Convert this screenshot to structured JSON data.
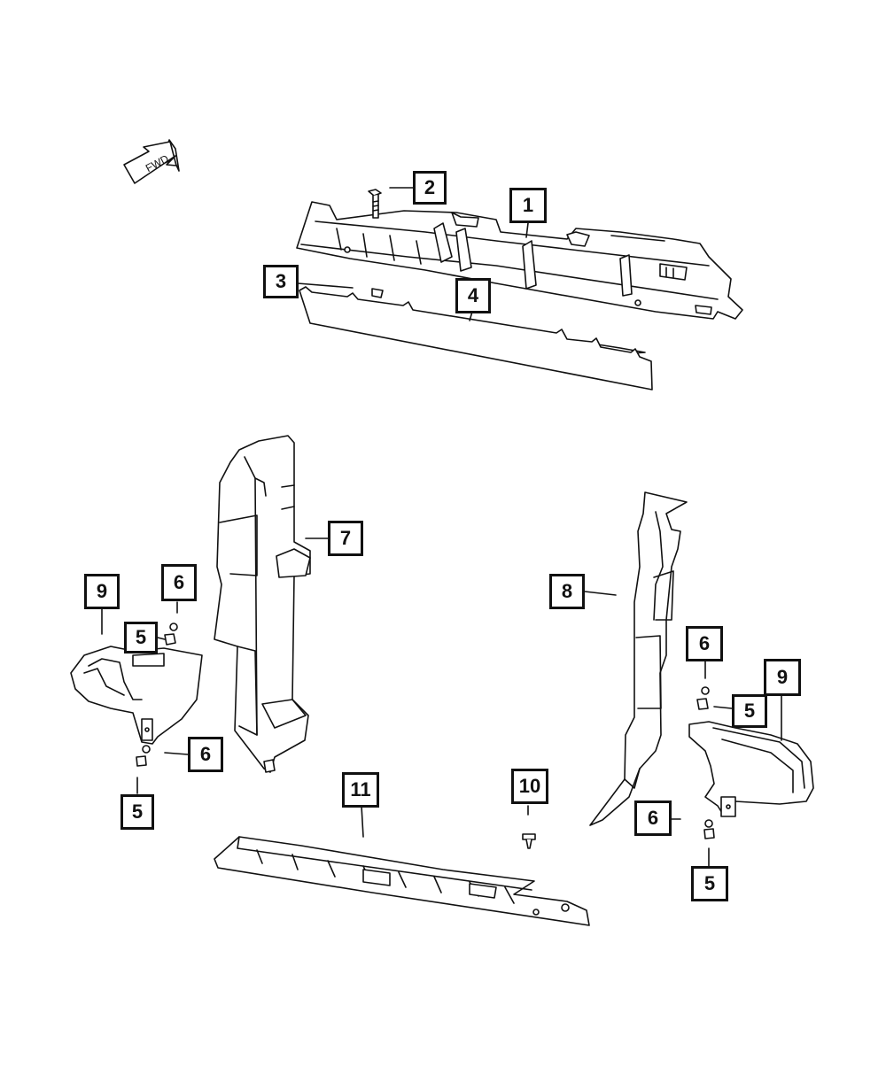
{
  "direction_arrow": {
    "label": "FWD"
  },
  "callouts": [
    {
      "id": "c1",
      "label": "1"
    },
    {
      "id": "c2",
      "label": "2"
    },
    {
      "id": "c3",
      "label": "3"
    },
    {
      "id": "c4",
      "label": "4"
    },
    {
      "id": "c5a",
      "label": "5"
    },
    {
      "id": "c5b",
      "label": "5"
    },
    {
      "id": "c5c",
      "label": "5"
    },
    {
      "id": "c5d",
      "label": "5"
    },
    {
      "id": "c6a",
      "label": "6"
    },
    {
      "id": "c6b",
      "label": "6"
    },
    {
      "id": "c6c",
      "label": "6"
    },
    {
      "id": "c6d",
      "label": "6"
    },
    {
      "id": "c7",
      "label": "7"
    },
    {
      "id": "c8",
      "label": "8"
    },
    {
      "id": "c9a",
      "label": "9"
    },
    {
      "id": "c9b",
      "label": "9"
    },
    {
      "id": "c10",
      "label": "10"
    },
    {
      "id": "c11",
      "label": "11"
    }
  ],
  "colors": {
    "line": "#111111",
    "fill": "#ffffff",
    "shade": "#f1f1f1"
  }
}
